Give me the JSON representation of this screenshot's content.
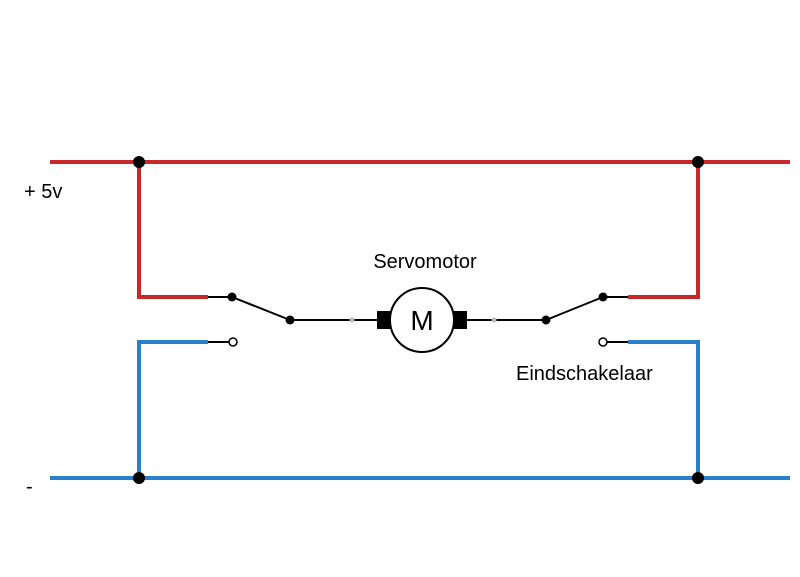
{
  "labels": {
    "positive_rail": "+ 5v",
    "negative_rail": "-",
    "motor_title": "Servomotor",
    "motor_symbol": "M",
    "switch_label": "Eindschakelaar"
  },
  "colors": {
    "positive_wire": "#c8282a",
    "negative_wire": "#2a7fcc",
    "neutral_wire": "#000000",
    "background": "#ffffff"
  }
}
